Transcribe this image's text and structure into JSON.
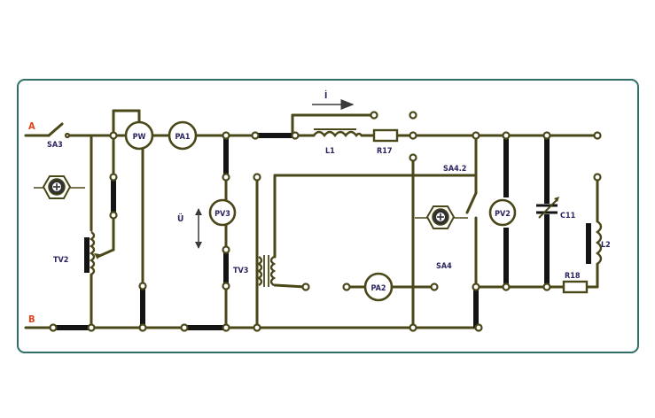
{
  "diagram": {
    "terminals": {
      "top": "A",
      "bottom": "B"
    },
    "switches": {
      "sa3": "SA3",
      "sa4": "SA4",
      "sa42": "SA4.2"
    },
    "transformers": {
      "tv2": "TV2",
      "tv3": "TV3"
    },
    "meters": {
      "pw": "PW",
      "pa1": "PA1",
      "pa2": "PA2",
      "pv2": "PV2",
      "pv3": "PV3"
    },
    "components": {
      "l1": "L1",
      "l2": "L2",
      "r17": "R17",
      "r18": "R18",
      "c11": "C11"
    },
    "symbols": {
      "current": "İ",
      "voltage": "Ü"
    },
    "colors": {
      "frame": "#2f6f6a",
      "wire": "#4a4719",
      "bold_wire": "#141414",
      "label": "#2a2460",
      "terminal_label": "#e2421a"
    }
  }
}
